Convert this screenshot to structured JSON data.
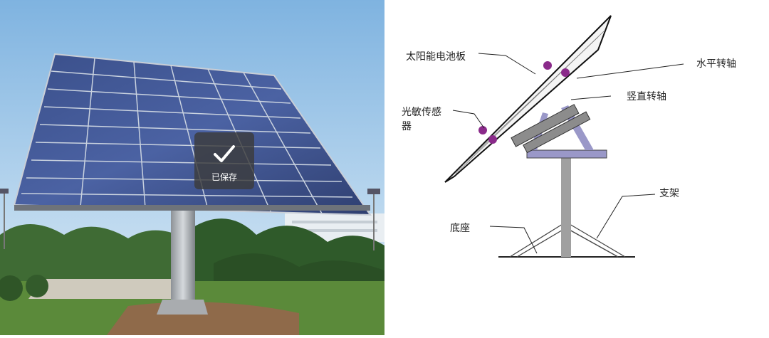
{
  "toast": {
    "label": "已保存",
    "icon": "check-icon"
  },
  "diagram": {
    "labels": {
      "solar_panel": "太阳能电池板",
      "horizontal_axis": "水平转轴",
      "vertical_axis": "竖直转轴",
      "light_sensor": "光敏传感器",
      "bracket": "支架",
      "base": "底座"
    },
    "colors": {
      "sensor": "#8a2a8a",
      "frame": "#9a98c8",
      "shaft": "#a0a0a0",
      "block": "#8c8c8c"
    }
  }
}
